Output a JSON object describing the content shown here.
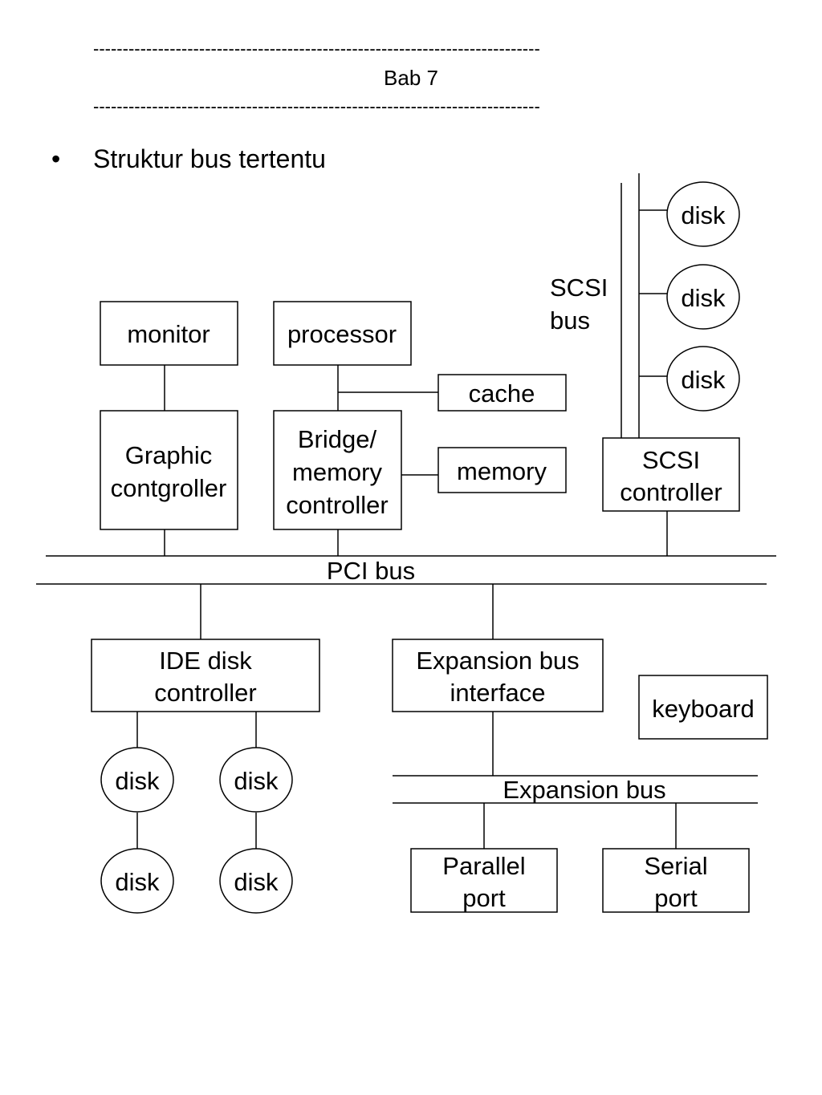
{
  "header": {
    "rule": "----------------------------------------------------------------------------",
    "chapter": "Bab 7"
  },
  "bullet": {
    "symbol": "•",
    "text": "Struktur bus tertentu"
  },
  "diagram": {
    "monitor": "monitor",
    "processor": "processor",
    "cache": "cache",
    "graphic_controller": [
      "Graphic",
      "contgroller"
    ],
    "bridge_memory_controller": [
      "Bridge/",
      "memory",
      "controller"
    ],
    "memory": "memory",
    "scsi_bus": [
      "SCSI",
      "bus"
    ],
    "scsi_controller": [
      "SCSI",
      "controller"
    ],
    "scsi_disks": [
      "disk",
      "disk",
      "disk"
    ],
    "pci_bus": "PCI bus",
    "ide_disk_controller": [
      "IDE disk",
      "controller"
    ],
    "ide_disks": [
      "disk",
      "disk",
      "disk",
      "disk"
    ],
    "expansion_bus_interface": [
      "Expansion bus",
      "interface"
    ],
    "keyboard": "keyboard",
    "expansion_bus": "Expansion bus",
    "parallel_port": [
      "Parallel",
      "port"
    ],
    "serial_port": [
      "Serial",
      "port"
    ]
  }
}
